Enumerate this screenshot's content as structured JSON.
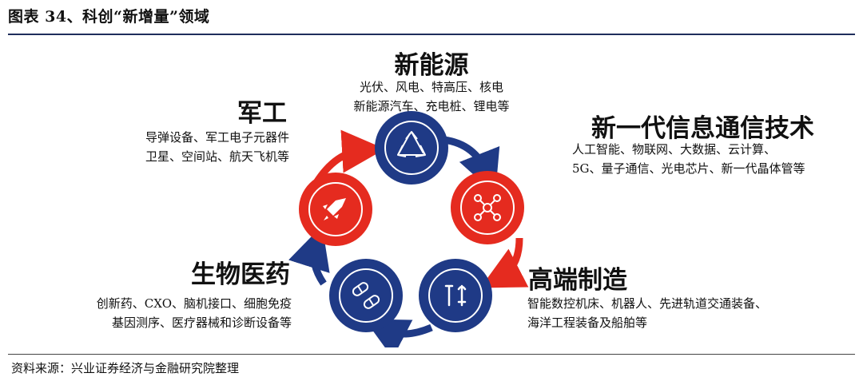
{
  "figure_title": "图表 34、科创“新增量”领域",
  "source": "资料来源：兴业证券经济与金融研究院整理",
  "colors": {
    "navy": "#1f3a86",
    "red": "#e52b1f",
    "rule": "#1f2d5c"
  },
  "sectors": {
    "new_energy": {
      "title": "新能源",
      "lines": [
        "光伏、风电、特高压、核电",
        "新能源汽车、充电桩、锂电等"
      ],
      "icon": "recycle-icon",
      "color": "navy"
    },
    "ict": {
      "title": "新一代信息通信技术",
      "lines": [
        "人工智能、物联网、大数据、云计算、",
        "5G、量子通信、光电芯片、新一代晶体管等"
      ],
      "icon": "network-icon",
      "color": "red"
    },
    "manufacturing": {
      "title": "高端制造",
      "lines": [
        "智能数控机床、机器人、先进轨道交通装备、",
        "海洋工程装备及船舶等"
      ],
      "icon": "tools-icon",
      "color": "navy"
    },
    "biomedicine": {
      "title": "生物医药",
      "lines": [
        "创新药、CXO、脑机接口、细胞免疫",
        "基因测序、医疗器械和诊断设备等"
      ],
      "icon": "pills-icon",
      "color": "navy"
    },
    "military": {
      "title": "军工",
      "lines": [
        "导弹设备、军工电子元器件",
        "卫星、空间站、航天飞机等"
      ],
      "icon": "rocket-icon",
      "color": "red"
    }
  }
}
